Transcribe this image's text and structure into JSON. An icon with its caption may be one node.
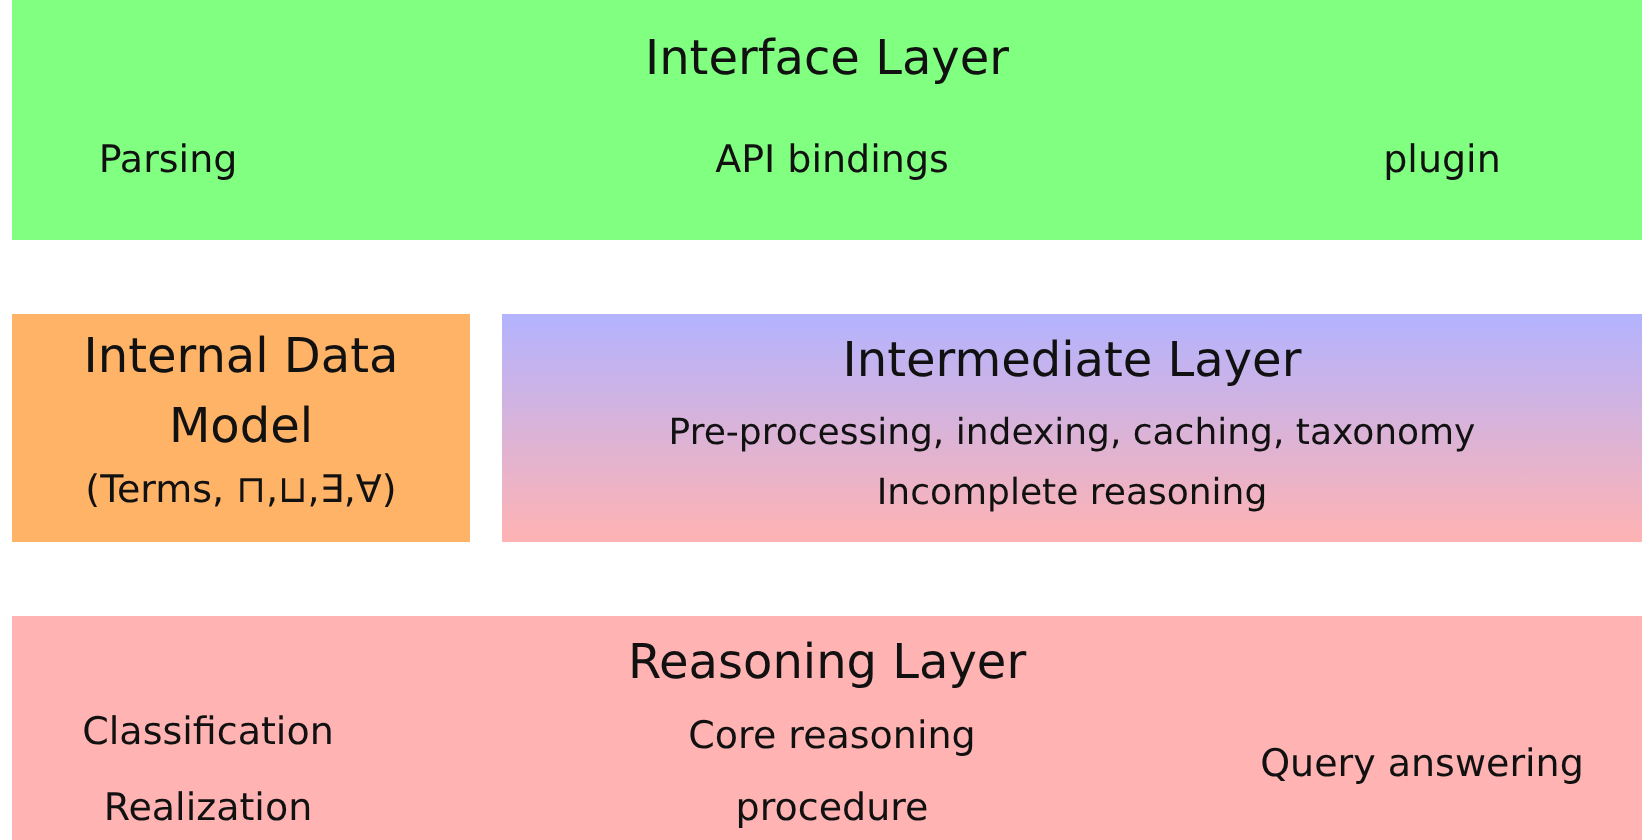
{
  "diagram": {
    "nodes": [
      {
        "text": [
          "Interface Layer",
          "Parsing",
          "API bindings",
          "plugin"
        ]
      },
      {
        "text": [
          "Internal Data Model",
          "(Terms, ⊓,⊔,∃,∀)"
        ]
      },
      {
        "text": [
          "Intermediate Layer",
          "Pre-processing, indexing, caching, taxonomy",
          "Incomplete reasoning"
        ]
      },
      {
        "text": [
          "Reasoning Layer",
          "Classification",
          "Realization",
          "Core reasoning procedure",
          "Query answering"
        ]
      }
    ],
    "edges": []
  }
}
